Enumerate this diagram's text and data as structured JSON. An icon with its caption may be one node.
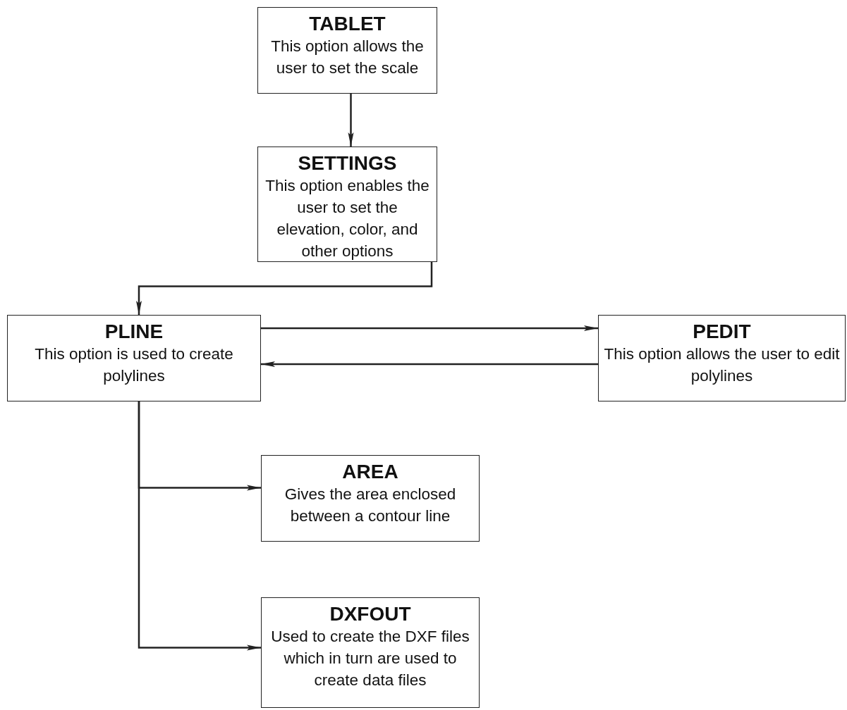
{
  "diagram": {
    "nodes": [
      {
        "text": [
          "TABLET",
          "This option allows the user to set the scale"
        ]
      },
      {
        "text": [
          "SETTINGS",
          "This option enables the user to set the elevation, color, and other options"
        ]
      },
      {
        "text": [
          "PLINE",
          "This option is used to create polylines"
        ]
      },
      {
        "text": [
          "PEDIT",
          "This option allows the user to edit polylines"
        ]
      },
      {
        "text": [
          "AREA",
          "Gives the area enclosed between a contour line"
        ]
      },
      {
        "text": [
          "DXFOUT",
          "Used to create the DXF files which in turn are used to create data files"
        ]
      }
    ],
    "edges": [
      {
        "from": 0,
        "to": 1,
        "arrow": "to"
      },
      {
        "from": 1,
        "to": 2,
        "arrow": "to"
      },
      {
        "from": 2,
        "to": 3,
        "arrow": "to"
      },
      {
        "from": 3,
        "to": 2,
        "arrow": "to"
      },
      {
        "from": 2,
        "to": 4,
        "arrow": "to"
      },
      {
        "from": 2,
        "to": 5,
        "arrow": "to"
      }
    ]
  }
}
